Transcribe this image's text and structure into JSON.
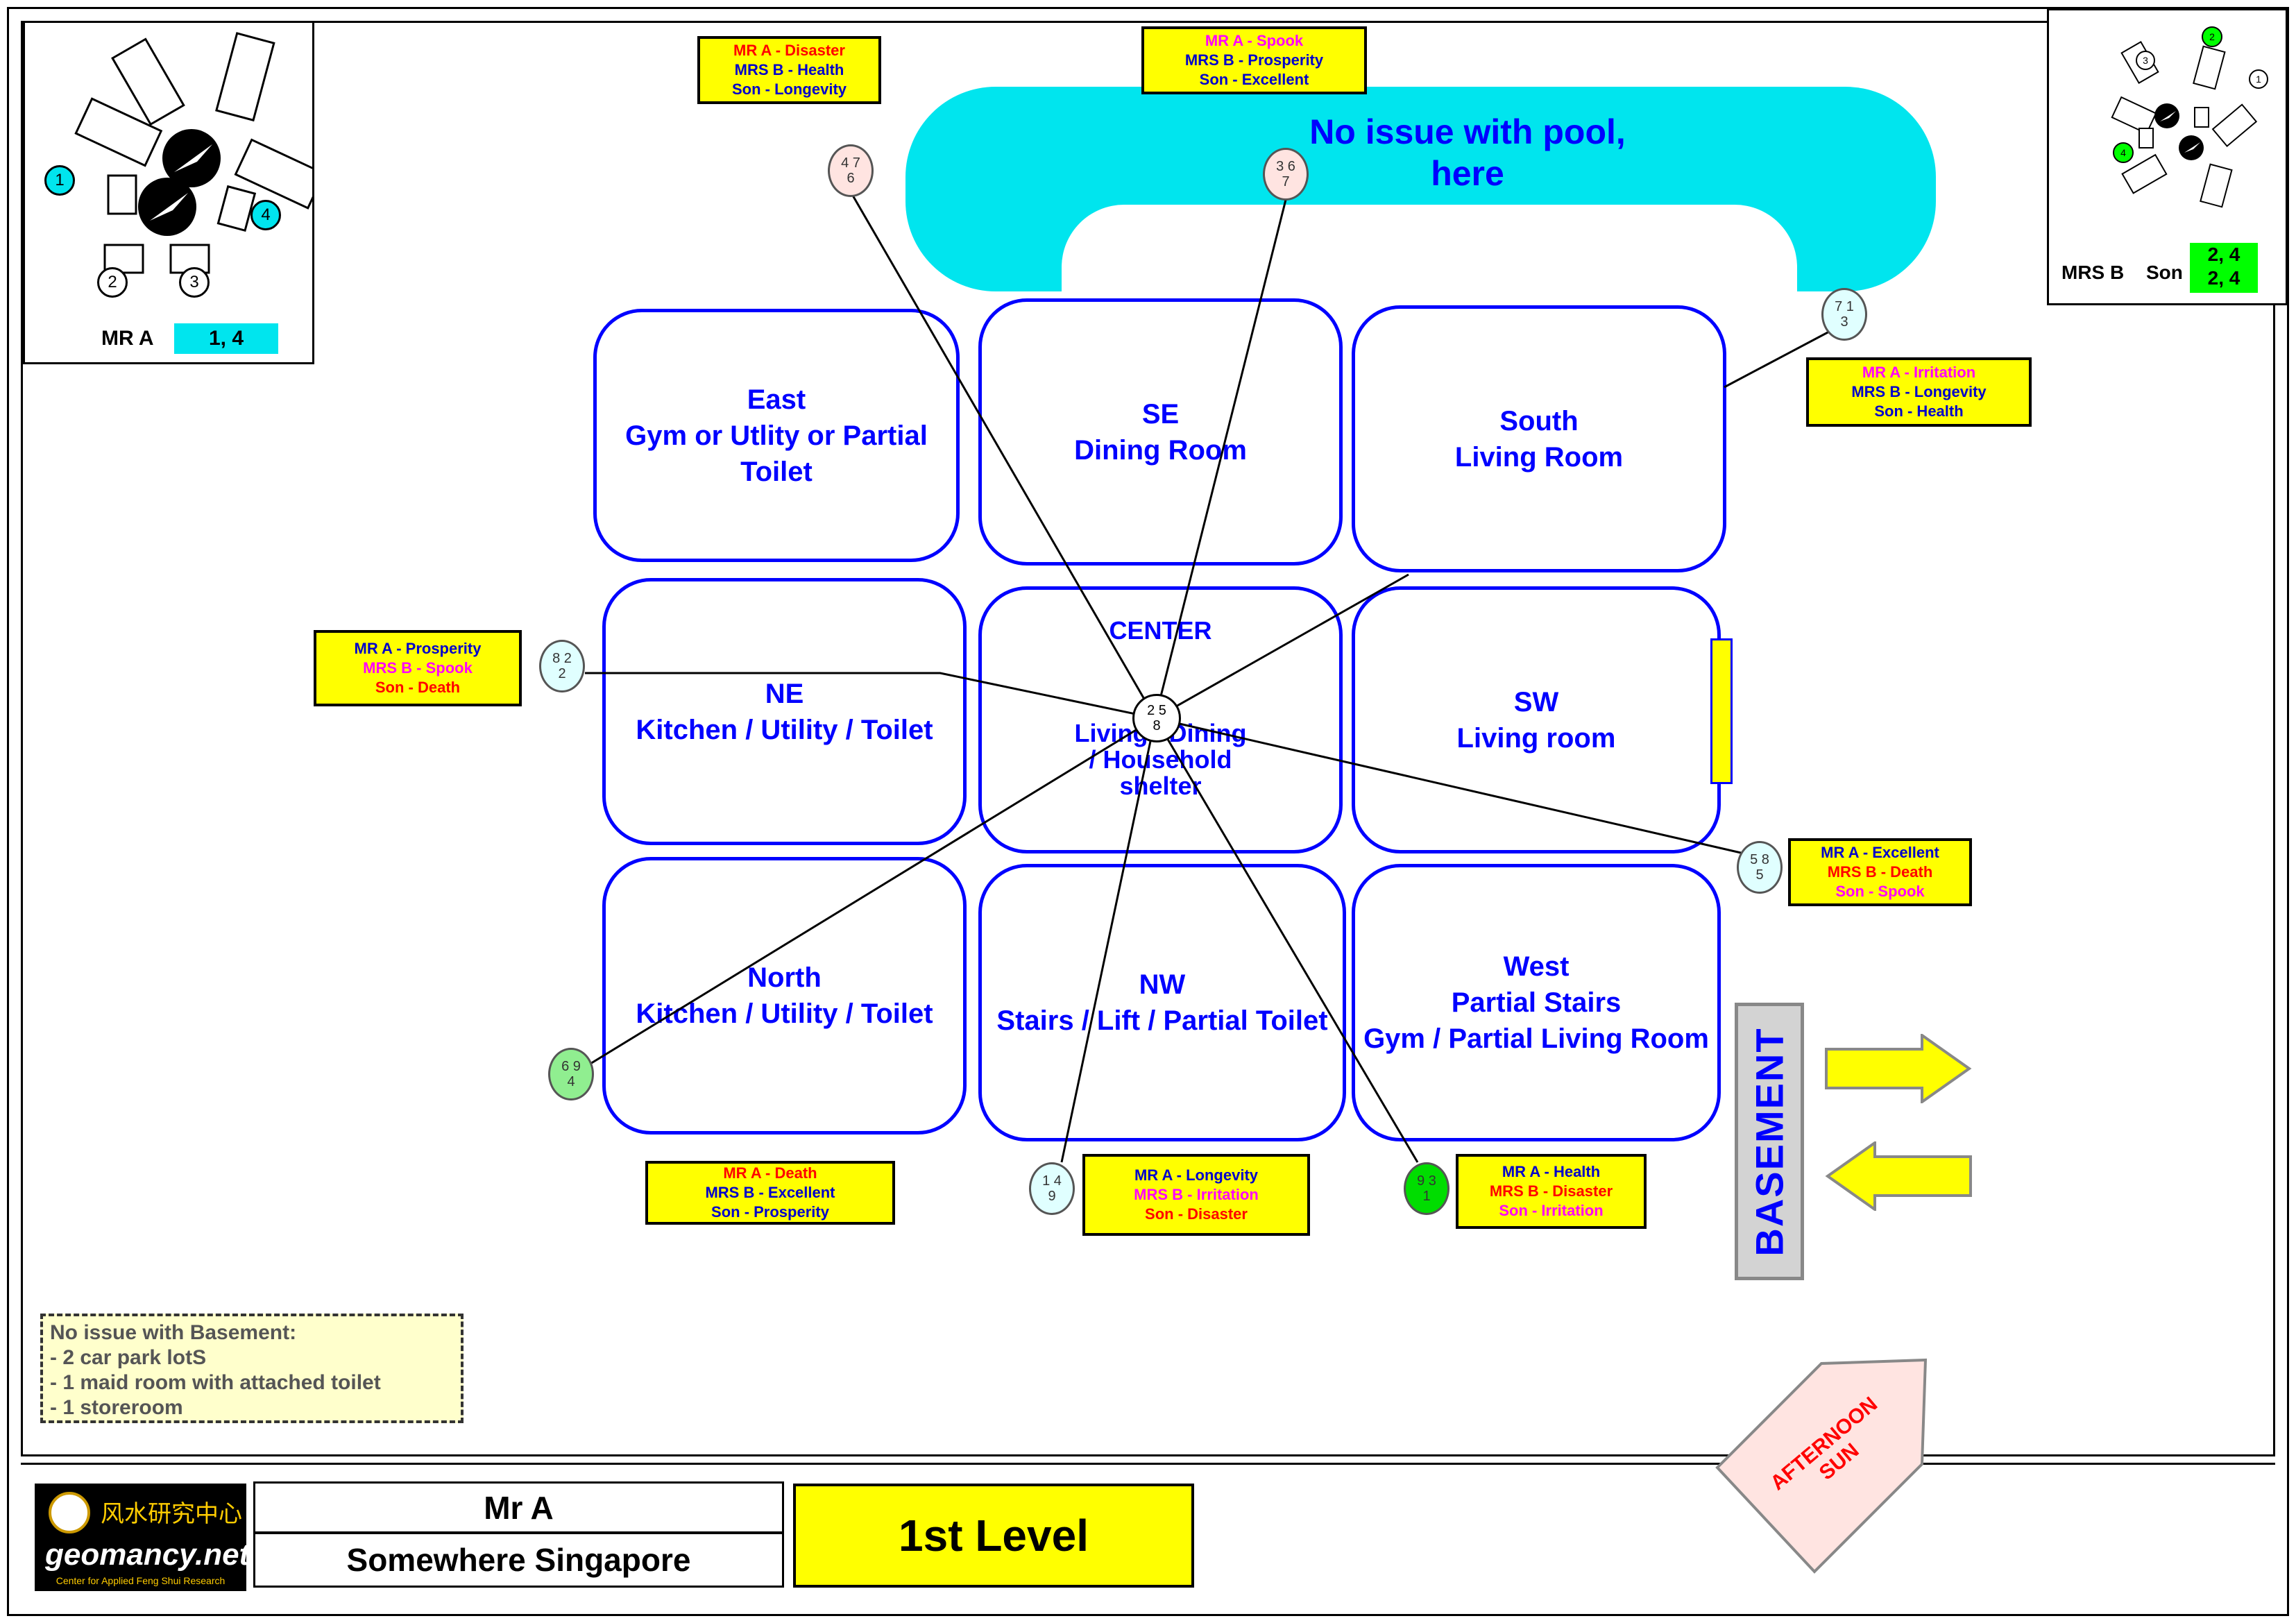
{
  "rooms": [
    {
      "id": "east",
      "lines": [
        "East",
        "Gym or Utlity or Partial",
        "Toilet"
      ]
    },
    {
      "id": "se",
      "lines": [
        "SE",
        "Dining Room"
      ]
    },
    {
      "id": "south",
      "lines": [
        "South",
        "Living Room"
      ]
    },
    {
      "id": "ne",
      "lines": [
        "NE",
        "Kitchen / Utility / Toilet"
      ]
    },
    {
      "id": "center",
      "lines": [
        "CENTER",
        "",
        "",
        "Living / Dining",
        "/ Household",
        "shelter"
      ]
    },
    {
      "id": "sw",
      "lines": [
        "SW",
        "Living room"
      ]
    },
    {
      "id": "north",
      "lines": [
        "North",
        "Kitchen / Utility / Toilet"
      ]
    },
    {
      "id": "nw",
      "lines": [
        "NW",
        "Stairs / Lift / Partial Toilet"
      ]
    },
    {
      "id": "west",
      "lines": [
        "West",
        "Partial Stairs",
        "Gym / Partial Living Room"
      ]
    }
  ],
  "pool_text": [
    "No issue with pool,",
    "here"
  ],
  "nodes": {
    "n476": [
      "4 7",
      "6"
    ],
    "n367": [
      "3 6",
      "7"
    ],
    "n713": [
      "7 1",
      "3"
    ],
    "n822": [
      "8 2",
      "2"
    ],
    "n258": [
      "2 5",
      "8"
    ],
    "n585": [
      "5 8",
      "5"
    ],
    "n694": [
      "6 9",
      "4"
    ],
    "n149": [
      "1 4",
      "9"
    ],
    "n931": [
      "9 3",
      "1"
    ]
  },
  "labels": {
    "top_left": [
      {
        "t": "MR A -  Disaster",
        "c": "red"
      },
      {
        "t": "MRS B -  Health",
        "c": "dk"
      },
      {
        "t": "Son -  Longevity",
        "c": "dk"
      }
    ],
    "top_center": [
      {
        "t": "MR A -  Spook",
        "c": "mag"
      },
      {
        "t": "MRS B -  Prosperity",
        "c": "dk"
      },
      {
        "t": "Son -  Excellent",
        "c": "dk"
      }
    ],
    "right_top": [
      {
        "t": "MR A -  Irritation",
        "c": "mag"
      },
      {
        "t": "MRS B -  Longevity",
        "c": "dk"
      },
      {
        "t": "Son -  Health",
        "c": "dk"
      }
    ],
    "left_mid": [
      {
        "t": "MR A -  Prosperity",
        "c": "dk"
      },
      {
        "t": "MRS B -  Spook",
        "c": "mag"
      },
      {
        "t": "Son -  Death",
        "c": "red"
      }
    ],
    "right_mid": [
      {
        "t": "MR A -  Excellent",
        "c": "dk"
      },
      {
        "t": "MRS B -  Death",
        "c": "red"
      },
      {
        "t": "Son -  Spook",
        "c": "mag"
      }
    ],
    "bottom_left": [
      {
        "t": "MR A -  Death",
        "c": "red"
      },
      {
        "t": "MRS B -  Excellent",
        "c": "dk"
      },
      {
        "t": "Son -  Prosperity",
        "c": "dk"
      }
    ],
    "bottom_center": [
      {
        "t": "MR A -  Longevity",
        "c": "dk"
      },
      {
        "t": "MRS B -  Irritation",
        "c": "mag"
      },
      {
        "t": "Son -  Disaster",
        "c": "red"
      }
    ],
    "bottom_right": [
      {
        "t": "MR A -  Health",
        "c": "dk"
      },
      {
        "t": "MRS B -  Disaster",
        "c": "red"
      },
      {
        "t": "Son -  Irritation",
        "c": "mag"
      }
    ]
  },
  "inset_left": {
    "label": "MR A",
    "value": "1, 4",
    "markers": [
      "1",
      "4",
      "2",
      "3"
    ]
  },
  "inset_right": {
    "label1": "MRS B",
    "label2": "Son",
    "value1": "2, 4",
    "value2": "2, 4",
    "markers": [
      "3",
      "2",
      "1",
      "4"
    ]
  },
  "basement_note": {
    "title": "No issue with Basement:",
    "items": [
      "-    2 car park lotS",
      "-   1 maid room with attached toilet",
      "-    1 storeroom"
    ]
  },
  "basement_label": "BASEMENT",
  "afternoon_sun": [
    "AFTERNOON",
    "SUN"
  ],
  "title_block": {
    "name": "Mr A",
    "location": "Somewhere Singapore",
    "level": "1st Level"
  },
  "logo": {
    "cn": "风水研究中心",
    "brand": "geomancy.net",
    "tagline": "Center for Applied Feng Shui Research"
  },
  "colors": {
    "room_border": "#0000ff",
    "pool": "#00e5ee",
    "label_bg": "#ffff00",
    "cyan_value": "#00e5ee",
    "green_value": "#00ff00"
  }
}
